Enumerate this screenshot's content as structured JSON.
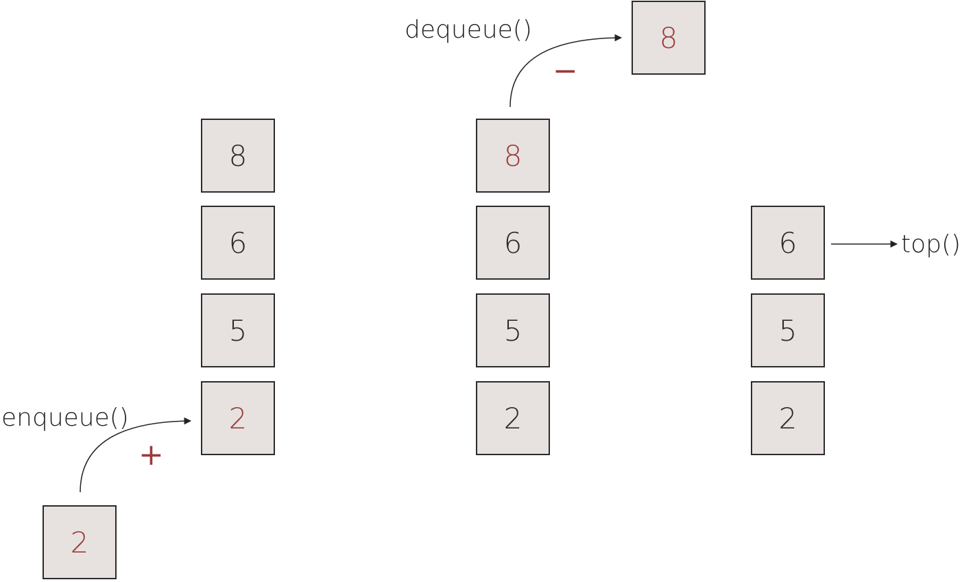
{
  "enqueue": {
    "label": "enqueue()",
    "sign": "+",
    "incoming_value": "2",
    "stack": [
      "8",
      "6",
      "5",
      "2"
    ]
  },
  "dequeue": {
    "label": "dequeue()",
    "sign": "−",
    "outgoing_value": "8",
    "stack": [
      "8",
      "6",
      "5",
      "2"
    ]
  },
  "top": {
    "label": "top()",
    "stack": [
      "6",
      "5",
      "2"
    ]
  },
  "colors": {
    "box_fill": "#e7e2df",
    "box_border": "#2b2b2b",
    "highlight": "#9b3b3b",
    "text": "#222222"
  }
}
